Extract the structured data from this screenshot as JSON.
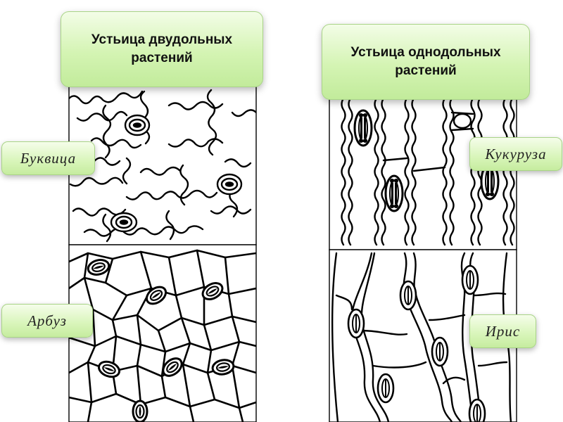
{
  "groups": {
    "dicot": {
      "title": "Устьица двудольных растений"
    },
    "monocot": {
      "title": "Устьица однодольных растений"
    }
  },
  "specimens": {
    "bukvitsa": "Буквица",
    "arbuz": "Арбуз",
    "kukuruza": "Кукуруза",
    "iris": "Ирис"
  }
}
